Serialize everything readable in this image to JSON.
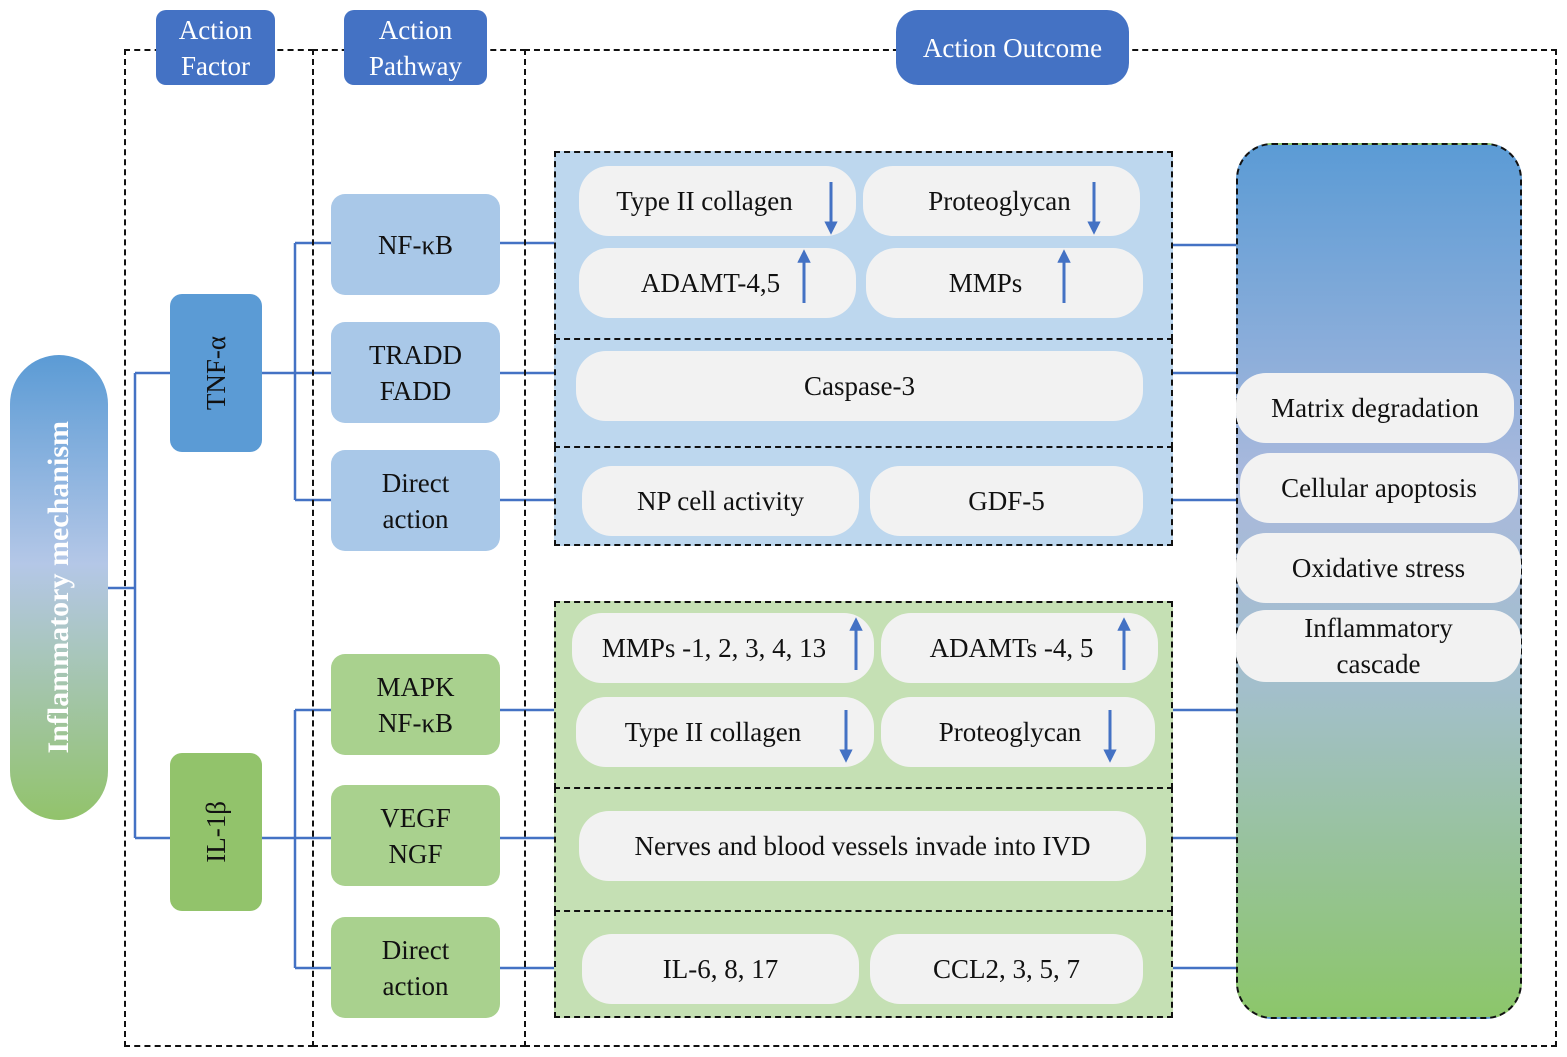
{
  "headers": {
    "factor": [
      "Action",
      "Factor"
    ],
    "pathway": [
      "Action",
      "Pathway"
    ],
    "outcome": "Action Outcome"
  },
  "root": "Inflammatory mechanism",
  "factors": {
    "tnf": "TNF-α",
    "il1b": "IL-1β"
  },
  "pathways": {
    "nfkb": "NF-κB",
    "tradd": [
      "TRADD",
      "FADD"
    ],
    "direct1": [
      "Direct",
      "action"
    ],
    "mapk": [
      "MAPK",
      "NF-κB"
    ],
    "vegf": [
      "VEGF",
      "NGF"
    ],
    "direct2": [
      "Direct",
      "action"
    ]
  },
  "effects": {
    "type2_collagen_1": "Type II collagen",
    "proteoglycan_1": "Proteoglycan",
    "adamt_1": "ADAMT-4,5",
    "mmps_1": "MMPs",
    "caspase": "Caspase-3",
    "np_cell": "NP cell activity",
    "gdf5": "GDF-5",
    "mmps_2": "MMPs -1, 2, 3, 4, 13",
    "adamts_2": "ADAMTs -4, 5",
    "type2_collagen_2": "Type II collagen",
    "proteoglycan_2": "Proteoglycan",
    "nerves": "Nerves and blood vessels invade into IVD",
    "il6": "IL-6, 8, 17",
    "ccl2": "CCL2, 3, 5, 7"
  },
  "outcomes": {
    "matrix": "Matrix degradation",
    "apoptosis": "Cellular apoptosis",
    "oxidative": "Oxidative stress",
    "cascade": [
      "Inflammatory",
      "cascade"
    ]
  },
  "colors": {
    "header": "#4472c4",
    "connector": "#4472c4",
    "tnf_branch": "#a9c8e8",
    "il1b_branch": "#a9d18e",
    "root_gradient": [
      "#5b9bd5",
      "#b4c7e7",
      "#92c36b"
    ]
  },
  "arrows": {
    "down": [
      "type2_collagen_1",
      "proteoglycan_1",
      "type2_collagen_2",
      "proteoglycan_2"
    ],
    "up": [
      "adamt_1",
      "mmps_1",
      "mmps_2",
      "adamts_2"
    ]
  }
}
